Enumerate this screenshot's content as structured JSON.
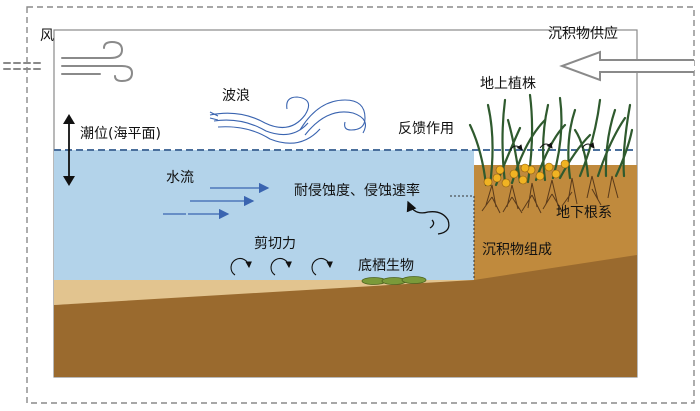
{
  "labels": {
    "wind": "风",
    "sediment_supply": "沉积物供应",
    "waves": "波浪",
    "aboveground_plants": "地上植株",
    "tide_level": "潮位(海平面)",
    "feedback": "反馈作用",
    "current": "水流",
    "erosion": "耐侵蚀度、侵蚀速率",
    "belowground_roots": "地下根系",
    "shear_stress": "剪切力",
    "sediment_composition": "沉积物组成",
    "benthos": "底栖生物"
  },
  "colors": {
    "water": "#b3d3ea",
    "water_line": "#4a6f9c",
    "sand": "#e2c48f",
    "soil_dark": "#9a6a2e",
    "soil_marsh": "#c08a3d",
    "grass": "#2f5a2e",
    "seed": "#f0b323",
    "arrow_blue": "#3a64b0",
    "wind_gray": "#8a8a8a",
    "frame": "#8a8a8a"
  },
  "icons": [
    "wind-icon",
    "sediment-supply-arrow-icon",
    "wave-icon",
    "tide-arrow-icon",
    "feedback-arrow-icon",
    "current-arrow-icon",
    "eddy-icon",
    "shear-swirl-icon",
    "benthos-icon",
    "grass-icon",
    "root-icon"
  ]
}
